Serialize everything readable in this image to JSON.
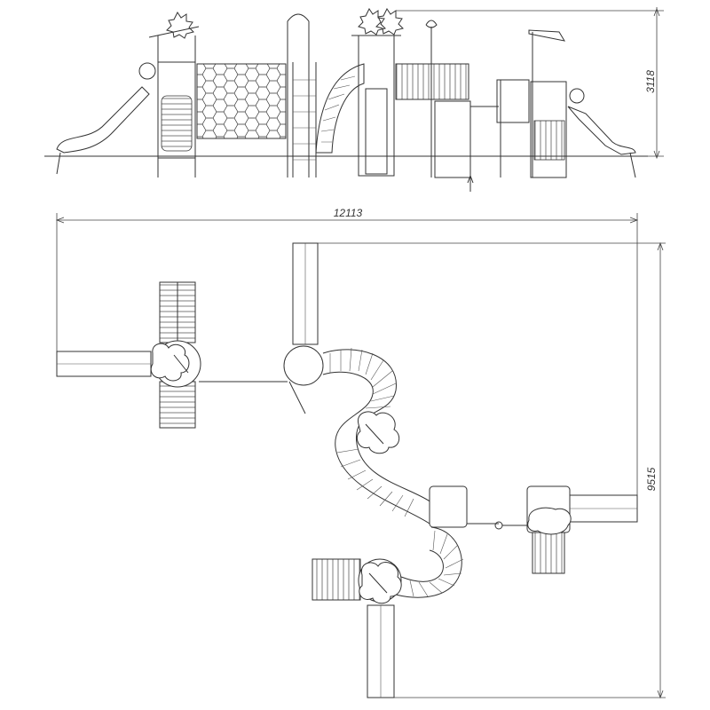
{
  "dimensions": {
    "height": "3118",
    "width": "12113",
    "depth": "9515"
  },
  "colors": {
    "line": "#333333",
    "background": "#ffffff"
  }
}
